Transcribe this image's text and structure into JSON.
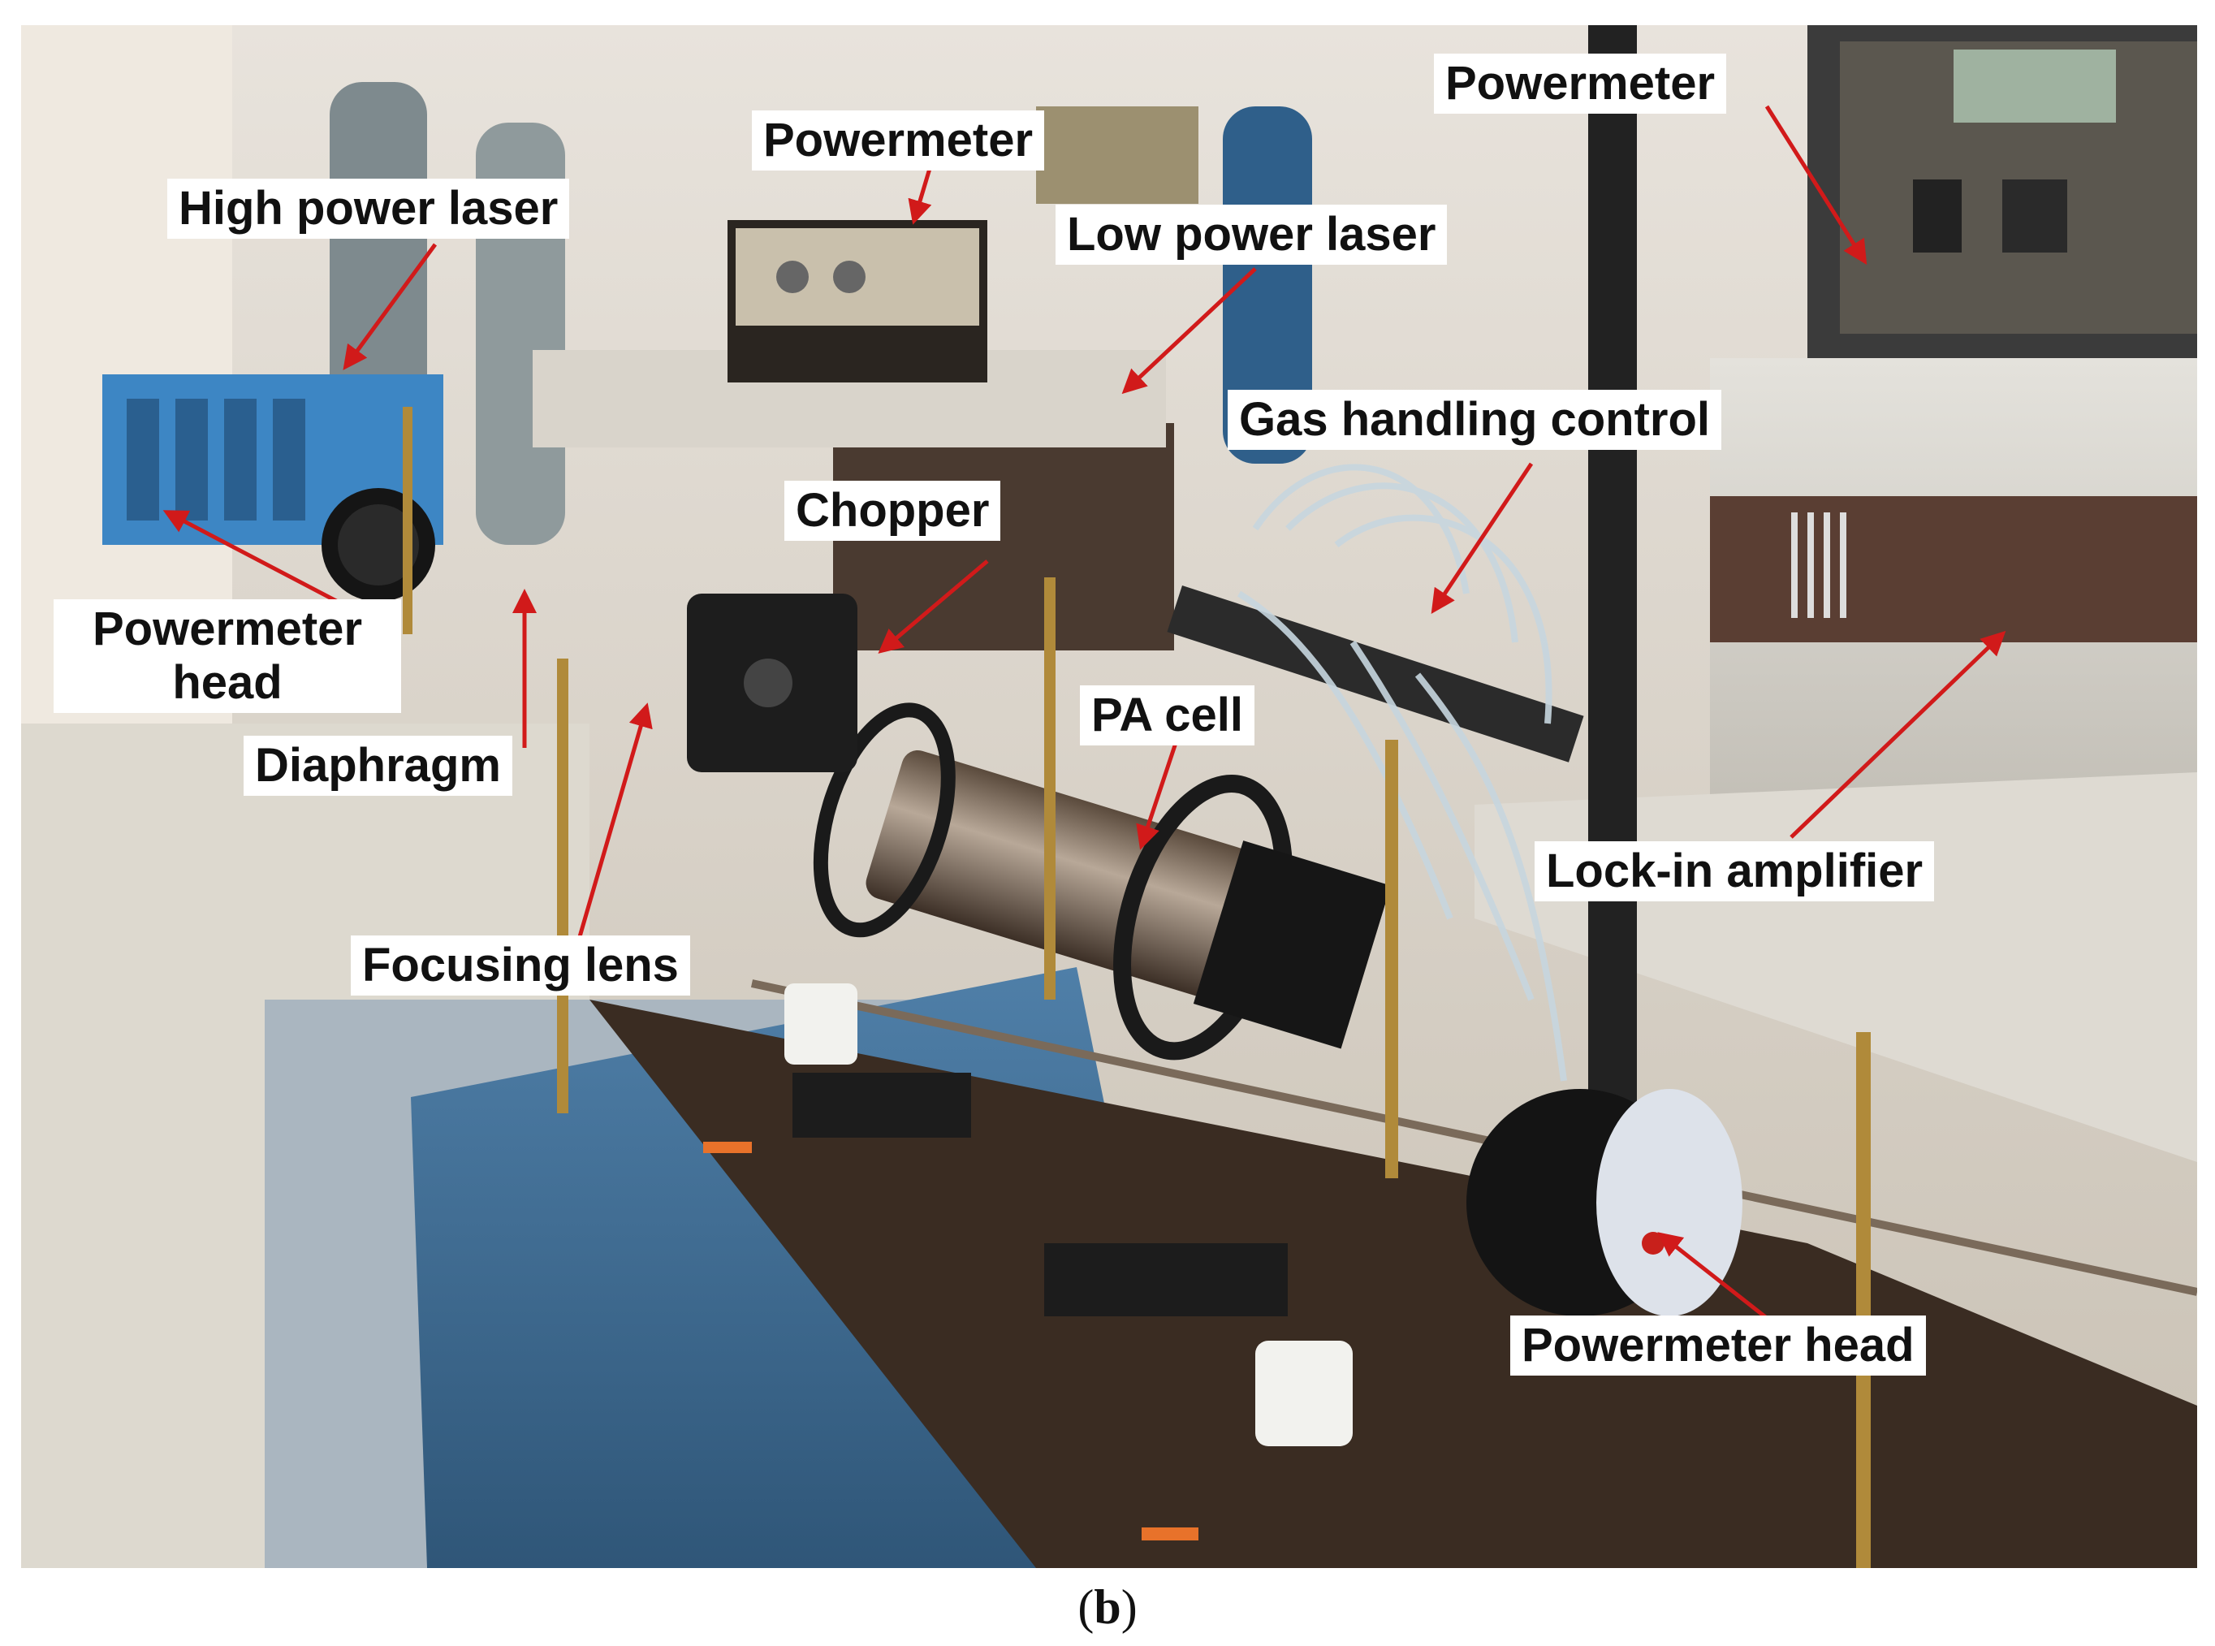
{
  "labels": {
    "high_power_laser": "High power laser",
    "powermeter_top": "Powermeter",
    "low_power_laser": "Low power laser",
    "powermeter_right": "Powermeter",
    "gas_handling_control": "Gas handling control",
    "chopper": "Chopper",
    "powermeter_head_left_line1": "Powermeter",
    "powermeter_head_left_line2": "head",
    "diaphragm": "Diaphragm",
    "pa_cell": "PA cell",
    "lock_in_amplifier": "Lock-in amplifier",
    "focusing_lens": "Focusing lens",
    "powermeter_head_right": "Powermeter head"
  },
  "caption": {
    "open": "(",
    "letter": "b",
    "close": ")"
  },
  "colors": {
    "arrow": "#d11a1a",
    "label_bg": "#ffffff",
    "bench_blue": "#3f6f96",
    "laser_blue": "#3d86c4"
  }
}
